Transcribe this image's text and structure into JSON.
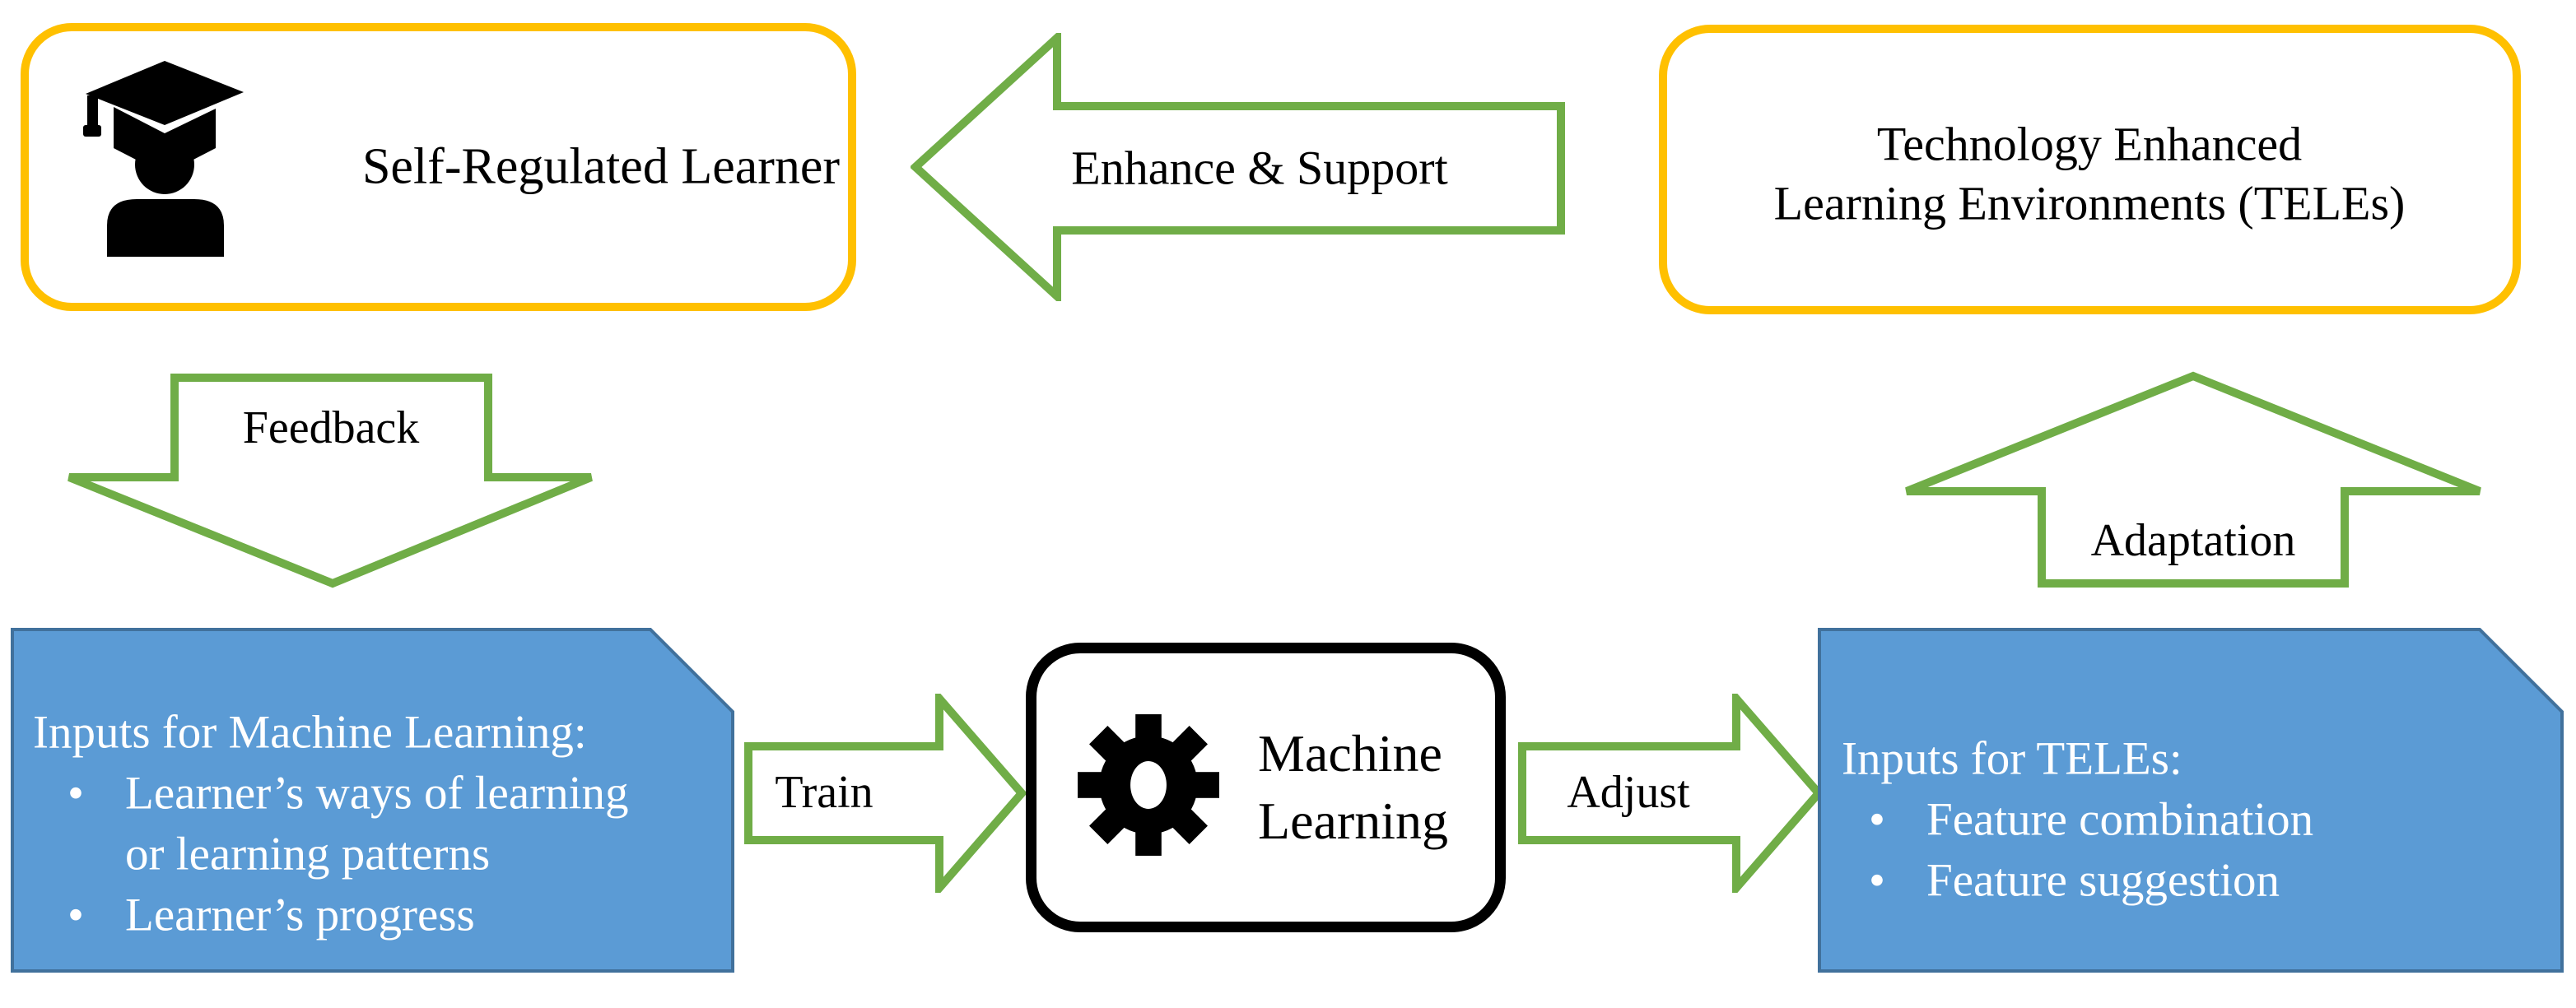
{
  "boxes": {
    "srl": {
      "label": "Self-Regulated Learner"
    },
    "teles": {
      "line1": "Technology Enhanced",
      "line2": "Learning Environments (TELEs)"
    },
    "ml": {
      "line1": "Machine",
      "line2": "Learning"
    },
    "inputs_ml": {
      "title": "Inputs for Machine Learning:",
      "bullet_char": "•",
      "bullet1_line1": "Learner’s ways of learning",
      "bullet1_line2": "or learning patterns",
      "bullet2": "Learner’s progress"
    },
    "inputs_teles": {
      "title": "Inputs for TELEs:",
      "bullet_char": "•",
      "bullet1": "Feature combination",
      "bullet2": "Feature suggestion"
    }
  },
  "arrows": {
    "enhance_support": {
      "label": "Enhance & Support"
    },
    "feedback": {
      "label": "Feedback"
    },
    "adaptation": {
      "label": "Adaptation"
    },
    "train": {
      "label": "Train"
    },
    "adjust": {
      "label": "Adjust"
    }
  },
  "icons": {
    "graduation_cap_student": "graduation-cap-student",
    "gear": "gear"
  },
  "colors": {
    "gold_border": "#FFC000",
    "green_arrow": "#70AD47",
    "blue_fill": "#5B9BD5",
    "blue_border": "#41719C",
    "box_background": "#FFFFFF",
    "text_black": "#000000",
    "text_white": "#FFFFFF",
    "icon_black": "#000000"
  }
}
